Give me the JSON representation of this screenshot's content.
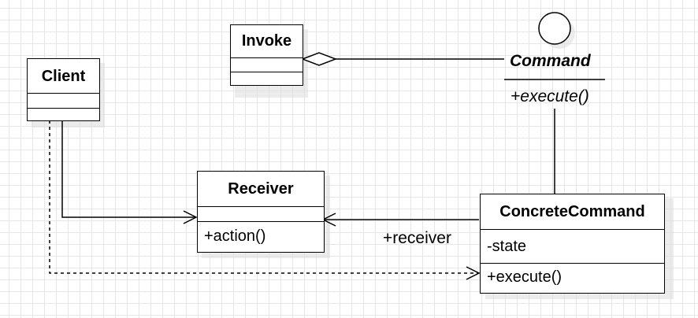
{
  "diagram": {
    "classes": {
      "invoke": {
        "name": "Invoke",
        "attributes": "",
        "operations": ""
      },
      "client": {
        "name": "Client",
        "attributes": "",
        "operations": ""
      },
      "receiver": {
        "name": "Receiver",
        "attributes": "",
        "operations": "+action()"
      },
      "concrete_command": {
        "name": "ConcreteCommand",
        "attributes": "-state",
        "operations": "+execute()"
      }
    },
    "interface": {
      "name": "Command",
      "operation": "+execute()"
    },
    "labels": {
      "receiver_role": "+receiver"
    }
  }
}
